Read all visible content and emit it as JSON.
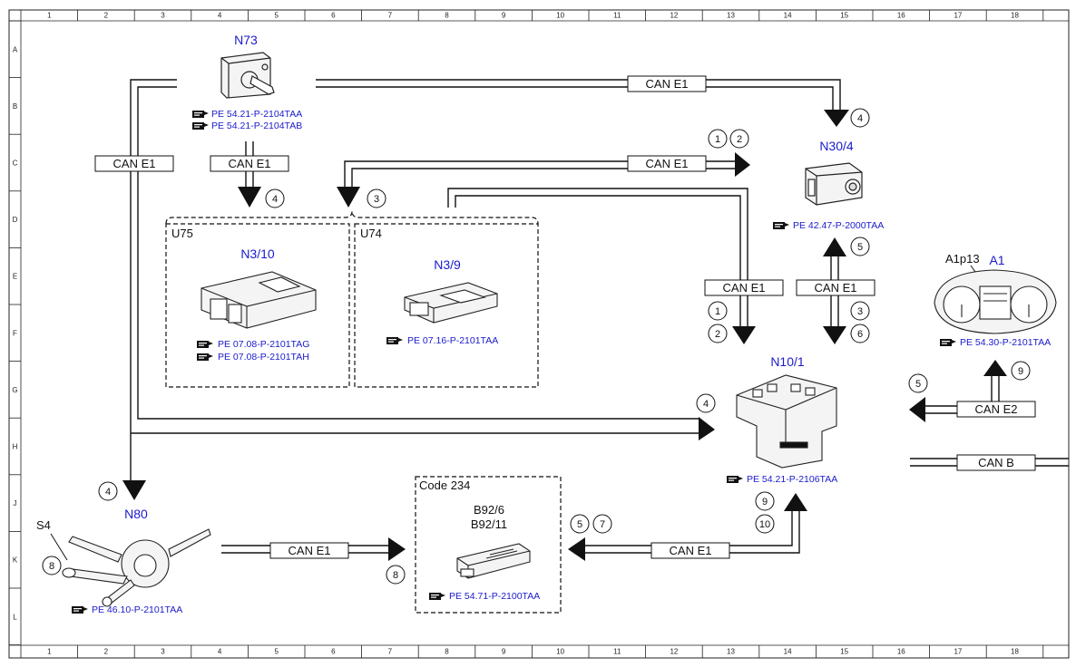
{
  "grid": {
    "columns": [
      "1",
      "2",
      "3",
      "4",
      "5",
      "6",
      "7",
      "8",
      "9",
      "10",
      "11",
      "12",
      "13",
      "14",
      "15",
      "16",
      "17",
      "18"
    ],
    "rows": [
      "A",
      "B",
      "C",
      "D",
      "E",
      "F",
      "G",
      "H",
      "J",
      "K",
      "L"
    ]
  },
  "components": {
    "n73": {
      "name": "N73",
      "refs": [
        "PE 54.21-P-2104TAA",
        "PE 54.21-P-2104TAB"
      ]
    },
    "n30_4": {
      "name": "N30/4",
      "refs": [
        "PE 42.47-P-2000TAA"
      ]
    },
    "u75": {
      "group": "U75",
      "name": "N3/10",
      "refs": [
        "PE 07.08-P-2101TAG",
        "PE 07.08-P-2101TAH"
      ]
    },
    "u74": {
      "group": "U74",
      "name": "N3/9",
      "refs": [
        "PE 07.16-P-2101TAA"
      ]
    },
    "a1": {
      "name": "A1",
      "sub": "A1p13",
      "refs": [
        "PE 54.30-P-2101TAA"
      ]
    },
    "n10_1": {
      "name": "N10/1",
      "refs": [
        "PE 54.21-P-2106TAA"
      ]
    },
    "n80": {
      "name": "N80",
      "sub": "S4",
      "refs": [
        "PE 46.10-P-2101TAA"
      ]
    },
    "code234": {
      "label": "Code 234",
      "names": [
        "B92/6",
        "B92/11"
      ],
      "refs": [
        "PE 54.71-P-2100TAA"
      ]
    }
  },
  "buses": {
    "can_e1": "CAN E1",
    "can_e2": "CAN E2",
    "can_b": "CAN B"
  },
  "markers": [
    "1",
    "2",
    "3",
    "4",
    "5",
    "6",
    "7",
    "8",
    "9",
    "10"
  ],
  "colors": {
    "link": "#1a1acc",
    "line": "#111111",
    "frame": "#222222"
  }
}
